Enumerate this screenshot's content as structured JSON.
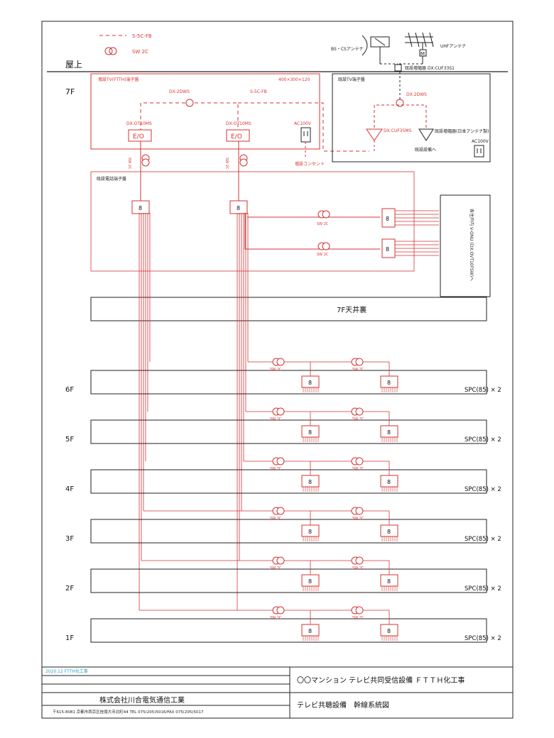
{
  "legend": {
    "dashed_label": "S-5C-FB",
    "splitter_label": "SW 2C"
  },
  "roof": {
    "label": "屋上",
    "bs_antenna": "BS・CSアンテナ",
    "uhf_antenna": "UHFアンテナ",
    "existing_amp": "既設増幅器 DX:CUF33S1"
  },
  "floor7": {
    "label": "7F",
    "new_panel_title": "増設TV(FTTH)端子盤",
    "new_panel_size": "400×300×120",
    "splitter_top": "DX:2DWS",
    "cable_top": "S-5C-FB",
    "eo_model": "DX:OT10MS",
    "eo_label": "E/O",
    "ac_label": "AC100V",
    "outlet_label": "増設コンセント",
    "sw_vertical": "SW 2C",
    "existing_panel_title": "既設TV端子盤",
    "existing_splitter": "DX:2DWS",
    "existing_amp_model": "DX:CUF35MS",
    "existing_amp_note": "既設増幅器(日本アンテナ製)",
    "existing_to": "既設設備へ",
    "existing_ac": "AC100V",
    "phone_panel_title": "既設電話端子盤",
    "right_note": "各住戸内 V-ONU (DX:OVT10FSW)へ",
    "ceiling_label": "7F天井裏"
  },
  "connector_label": "8",
  "sw_label": "SW 2C",
  "spc_label": "SPC(85) × 2",
  "floors": [
    "6F",
    "5F",
    "4F",
    "3F",
    "2F",
    "1F"
  ],
  "title_block": {
    "stamp": "2020.12 FTTH化工事",
    "company": "株式会社川合電気通信工業",
    "address": "〒615-8081 京都市西京区桂徳大寺北町44  TEL 075(205)5016/FAX 075(205)5017",
    "project": "〇〇マンション テレビ共同受信設備 ＦＴＴＨ化工事",
    "drawing": "テレビ共聴設備　幹線系統図"
  },
  "colors": {
    "red": "#d33333",
    "frame": "#222222",
    "stamp": "#2aa6c8"
  }
}
